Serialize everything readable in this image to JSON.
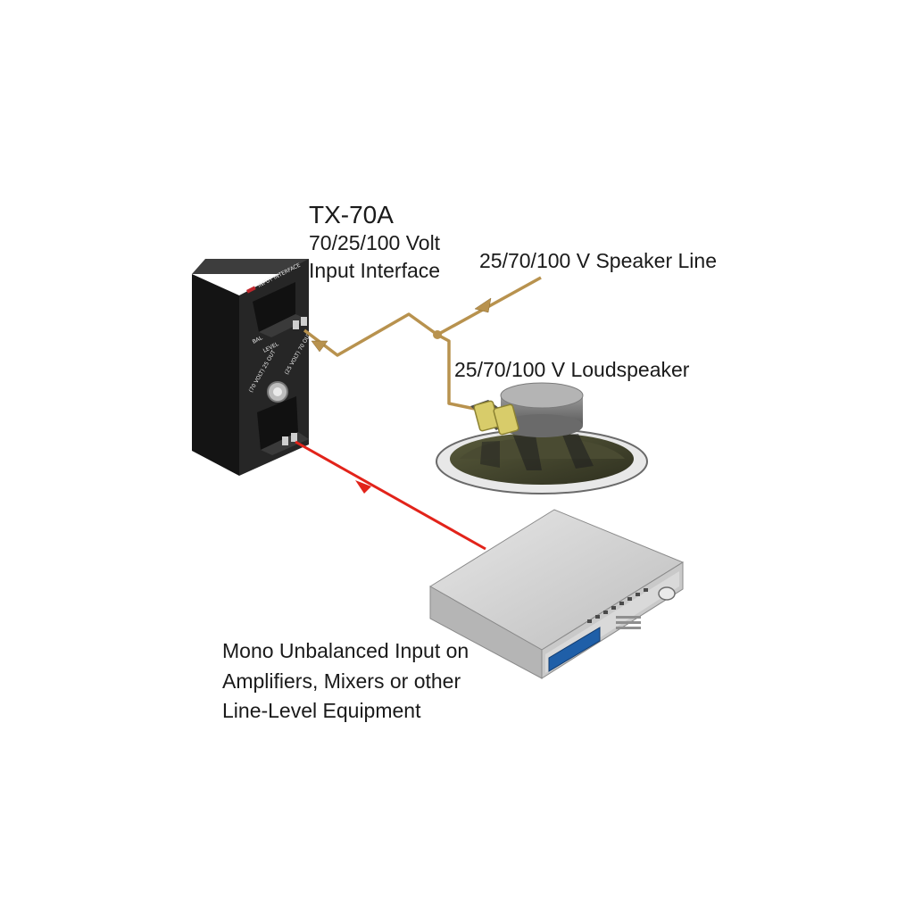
{
  "device": {
    "model": "TX-70A",
    "line1": "70/25/100 Volt",
    "line2": "Input Interface",
    "panel_labels": {
      "header": "INPUT INTERFACE",
      "balance": "BAL",
      "level": "LEVEL",
      "left_switch": "(70 VOLT) 25 OUT",
      "right_switch": "(25 VOLT) 70 OUT"
    }
  },
  "labels": {
    "speaker_line": "25/70/100 V Speaker Line",
    "loudspeaker": "25/70/100 V Loudspeaker",
    "equipment_line1": "Mono Unbalanced Input on",
    "equipment_line2": "Amplifiers, Mixers or other",
    "equipment_line3": "Line-Level Equipment"
  },
  "colors": {
    "speaker_wire": "#b8924e",
    "signal_wire": "#e2231a",
    "device_body": "#222222",
    "equipment_body": "#d4d4d4",
    "equipment_display": "#1f5fa8"
  }
}
